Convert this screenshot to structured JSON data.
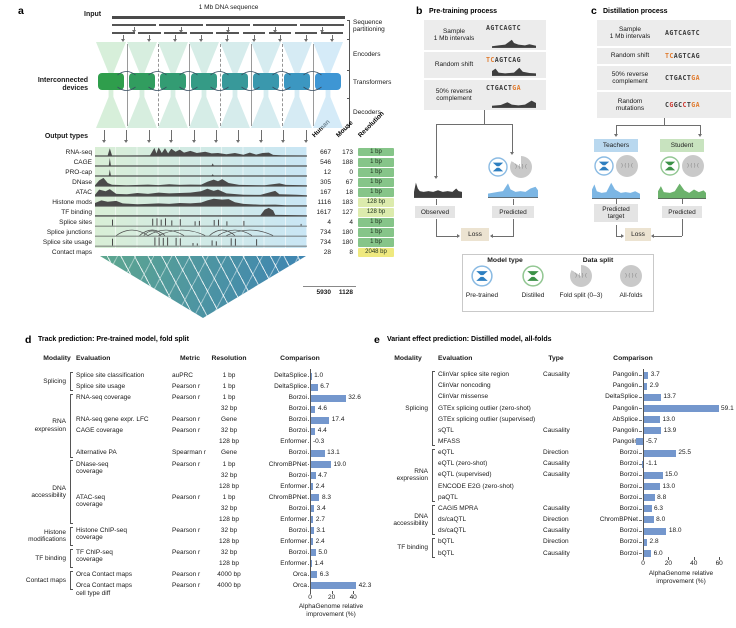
{
  "colors": {
    "bar_blue": "#7497cd",
    "accent_green": "#2f9e4c",
    "accent_blue": "#3e96d4",
    "chip_1bp": "#86c589",
    "chip_128bp": "#dcebad",
    "chip_2048bp": "#efe97f",
    "seq_orange": "#e07b2f",
    "seq_red": "#cc3a33",
    "observed_track": "#3e3e3e",
    "predicted_track": "#7cb6e4",
    "student_track": "#6cb26c"
  },
  "figure": {
    "panel_a": {
      "label": "a",
      "input_label": "Input",
      "sequence_label": "1 Mb DNA sequence",
      "devices_label": "Interconnected\ndevices",
      "output_types_label": "Output types",
      "right_labels": [
        "Sequence\npartitioning",
        "Encoders",
        "Transformers",
        "Decoders"
      ],
      "col_headers": {
        "human": "Human",
        "mouse": "Mouse",
        "resolution": "Resolution"
      },
      "tracks": [
        {
          "name": "RNA-seq",
          "human": "667",
          "mouse": "173",
          "res": "1 bp",
          "chip": "1bp",
          "shape": "rna"
        },
        {
          "name": "CAGE",
          "human": "546",
          "mouse": "188",
          "res": "1 bp",
          "chip": "1bp",
          "shape": "cage"
        },
        {
          "name": "PRO-cap",
          "human": "12",
          "mouse": "0",
          "res": "1 bp",
          "chip": "1bp",
          "shape": "procap"
        },
        {
          "name": "DNase",
          "human": "305",
          "mouse": "67",
          "res": "1 bp",
          "chip": "1bp",
          "shape": "dnase"
        },
        {
          "name": "ATAC",
          "human": "167",
          "mouse": "18",
          "res": "1 bp",
          "chip": "1bp",
          "shape": "atac"
        },
        {
          "name": "Histone mods",
          "human": "1116",
          "mouse": "183",
          "res": "128 bp",
          "chip": "128bp",
          "shape": "histone"
        },
        {
          "name": "TF binding",
          "human": "1617",
          "mouse": "127",
          "res": "128 bp",
          "chip": "128bp",
          "shape": "tf"
        },
        {
          "name": "Splice sites",
          "human": "4",
          "mouse": "4",
          "res": "1 bp",
          "chip": "1bp",
          "shape": "sites"
        },
        {
          "name": "Splice junctions",
          "human": "734",
          "mouse": "180",
          "res": "1 bp",
          "chip": "1bp",
          "shape": "junctions"
        },
        {
          "name": "Splice site usage",
          "human": "734",
          "mouse": "180",
          "res": "1 bp",
          "chip": "1bp",
          "shape": "usage"
        },
        {
          "name": "Contact maps",
          "human": "28",
          "mouse": "8",
          "res": "2048 bp",
          "chip": "2048bp",
          "shape": "none"
        }
      ],
      "totals": {
        "human": "5930",
        "mouse": "1128"
      }
    },
    "panel_b": {
      "label": "b",
      "title": "Pre-training process",
      "steps": [
        {
          "label": "Sample\n1 Mb intervals",
          "seq": [
            {
              "t": "AGTCAGTC",
              "c": "plain"
            }
          ]
        },
        {
          "label": "Random shift",
          "seq": [
            {
              "t": "TC",
              "c": "orange"
            },
            {
              "t": "AGTCAG",
              "c": "plain"
            }
          ]
        },
        {
          "label": "50% reverse\ncomplement",
          "seq": [
            {
              "t": "CTGACT",
              "c": "plain"
            },
            {
              "t": "GA",
              "c": "orange"
            }
          ]
        }
      ],
      "observed_label": "Observed",
      "predicted_label": "Predicted",
      "loss_label": "Loss"
    },
    "panel_c": {
      "label": "c",
      "title": "Distillation process",
      "steps": [
        {
          "label": "Sample\n1 Mb intervals",
          "seq": [
            {
              "t": "AGTCAGTC",
              "c": "plain"
            }
          ]
        },
        {
          "label": "Random shift",
          "seq": [
            {
              "t": "TC",
              "c": "orange"
            },
            {
              "t": "AGTCAG",
              "c": "plain"
            }
          ]
        },
        {
          "label": "50% reverse\ncomplement",
          "seq": [
            {
              "t": "CTGACT",
              "c": "plain"
            },
            {
              "t": "GA",
              "c": "orange"
            }
          ]
        },
        {
          "label": "Random\nmutations",
          "seq": [
            {
              "t": "C",
              "c": "plain"
            },
            {
              "t": "G",
              "c": "red"
            },
            {
              "t": "G",
              "c": "plain"
            },
            {
              "t": "C",
              "c": "plain"
            },
            {
              "t": "C",
              "c": "red"
            },
            {
              "t": "T",
              "c": "plain"
            },
            {
              "t": "GA",
              "c": "orange"
            }
          ]
        }
      ],
      "teachers_label": "Teachers",
      "student_label": "Student",
      "predicted_target_label": "Predicted\ntarget",
      "predicted_label": "Predicted",
      "loss_label": "Loss"
    },
    "legend": {
      "model_type_title": "Model type",
      "data_split_title": "Data split",
      "items": [
        {
          "label": "Pre-trained",
          "icon": "model-blue"
        },
        {
          "label": "Distilled",
          "icon": "model-green"
        },
        {
          "label": "Fold split (0–3)",
          "icon": "pie-partial"
        },
        {
          "label": "All-folds",
          "icon": "pie-full"
        }
      ]
    }
  },
  "chart_data": [
    {
      "type": "bar",
      "panel_label": "d",
      "title": "Track prediction: Pre-trained model, fold split",
      "headers": [
        "Modality",
        "Evaluation",
        "Metric",
        "Resolution",
        "Comparison"
      ],
      "xlabel": "AlphaGenome relative improvement (%)",
      "xticks": [
        0,
        20,
        40
      ],
      "xlim": [
        -8,
        46
      ],
      "legend_position": "none",
      "grid": false,
      "groups": [
        {
          "label": "Splicing",
          "start": 0,
          "end": 1
        },
        {
          "label": "RNA\nexpression",
          "start": 2,
          "end": 7
        },
        {
          "label": "DNA\naccessibility",
          "start": 8,
          "end": 13
        },
        {
          "label": "Histone\nmodifications",
          "start": 14,
          "end": 15
        },
        {
          "label": "TF binding",
          "start": 16,
          "end": 17
        },
        {
          "label": "Contact maps",
          "start": 18,
          "end": 19
        }
      ],
      "rows": [
        {
          "evaluation": "Splice site classification",
          "metric": "auPRC",
          "resolution": "1 bp",
          "comparison": "DeltaSplice",
          "value": 1.0
        },
        {
          "evaluation": "Splice site usage",
          "metric": "Pearson r",
          "resolution": "1 bp",
          "comparison": "DeltaSplice",
          "value": 6.7
        },
        {
          "evaluation": "RNA-seq coverage",
          "metric": "Pearson r",
          "resolution": "1 bp",
          "comparison": "Borzoi",
          "value": 32.6
        },
        {
          "evaluation": "",
          "metric": "",
          "resolution": "32 bp",
          "comparison": "Borzoi",
          "value": 4.6
        },
        {
          "evaluation": "RNA-seq gene expr. LFC",
          "metric": "Pearson r",
          "resolution": "Gene",
          "comparison": "Borzoi",
          "value": 17.4
        },
        {
          "evaluation": "CAGE coverage",
          "metric": "Pearson r",
          "resolution": "32 bp",
          "comparison": "Borzoi",
          "value": 4.4
        },
        {
          "evaluation": "",
          "metric": "",
          "resolution": "128 bp",
          "comparison": "Enformer",
          "value": -0.3
        },
        {
          "evaluation": "Alternative PA",
          "metric": "Spearman r",
          "resolution": "Gene",
          "comparison": "Borzoi",
          "value": 13.1
        },
        {
          "evaluation": "DNase-seq\ncoverage",
          "metric": "Pearson r",
          "resolution": "1 bp",
          "comparison": "ChromBPNet",
          "value": 19.0
        },
        {
          "evaluation": "",
          "metric": "",
          "resolution": "32 bp",
          "comparison": "Borzoi",
          "value": 4.7
        },
        {
          "evaluation": "",
          "metric": "",
          "resolution": "128 bp",
          "comparison": "Enformer",
          "value": 2.4
        },
        {
          "evaluation": "ATAC-seq\ncoverage",
          "metric": "Pearson r",
          "resolution": "1 bp",
          "comparison": "ChromBPNet",
          "value": 8.3
        },
        {
          "evaluation": "",
          "metric": "",
          "resolution": "32 bp",
          "comparison": "Borzoi",
          "value": 3.4
        },
        {
          "evaluation": "",
          "metric": "",
          "resolution": "128 bp",
          "comparison": "Enformer",
          "value": 2.7
        },
        {
          "evaluation": "Histone ChIP-seq\ncoverage",
          "metric": "Pearson r",
          "resolution": "32 bp",
          "comparison": "Borzoi",
          "value": 3.1
        },
        {
          "evaluation": "",
          "metric": "",
          "resolution": "128 bp",
          "comparison": "Enformer",
          "value": 2.4
        },
        {
          "evaluation": "TF ChIP-seq\ncoverage",
          "metric": "Pearson r",
          "resolution": "32 bp",
          "comparison": "Borzoi",
          "value": 5.0
        },
        {
          "evaluation": "",
          "metric": "",
          "resolution": "128 bp",
          "comparison": "Enformer",
          "value": 1.4
        },
        {
          "evaluation": "Orca Contact maps",
          "metric": "Pearson r",
          "resolution": "4000 bp",
          "comparison": "Orca",
          "value": 6.3
        },
        {
          "evaluation": "Orca Contact maps\ncell type diff",
          "metric": "Pearson r",
          "resolution": "4000 bp",
          "comparison": "Orca",
          "value": 42.3
        }
      ]
    },
    {
      "type": "bar",
      "panel_label": "e",
      "title": "Variant effect prediction: Distilled model, all-folds",
      "headers": [
        "Modality",
        "Evaluation",
        "Type",
        "Comparison"
      ],
      "xlabel": "AlphaGenome relative improvement (%)",
      "xticks": [
        0,
        20,
        40,
        60
      ],
      "xlim": [
        -8,
        62
      ],
      "legend_position": "none",
      "grid": false,
      "groups": [
        {
          "label": "Splicing",
          "start": 0,
          "end": 6
        },
        {
          "label": "RNA\nexpression",
          "start": 7,
          "end": 11
        },
        {
          "label": "DNA\naccessibility",
          "start": 12,
          "end": 14
        },
        {
          "label": "TF binding",
          "start": 15,
          "end": 16
        }
      ],
      "rows": [
        {
          "evaluation": "ClinVar splice site region",
          "type": "Causality",
          "comparison": "Pangolin",
          "value": 3.7
        },
        {
          "evaluation": "ClinVar noncoding",
          "type": "",
          "comparison": "Pangolin",
          "value": 2.9
        },
        {
          "evaluation": "ClinVar missense",
          "type": "",
          "comparison": "DeltaSplice",
          "value": 13.7
        },
        {
          "evaluation": "GTEx splicing outlier (zero-shot)",
          "type": "",
          "comparison": "Pangolin",
          "value": 59.1
        },
        {
          "evaluation": "GTEx splicing outlier (supervised)",
          "type": "",
          "comparison": "AbSplice",
          "value": 13.0
        },
        {
          "evaluation": "sQTL",
          "type": "Causality",
          "comparison": "Pangolin",
          "value": 13.9
        },
        {
          "evaluation": "MFASS",
          "type": "",
          "comparison": "Pangolin",
          "value": -5.7
        },
        {
          "evaluation": "eQTL",
          "type": "Direction",
          "comparison": "Borzoi",
          "value": 25.5
        },
        {
          "evaluation": "eQTL (zero-shot)",
          "type": "Causality",
          "comparison": "Borzoi",
          "value": -1.1
        },
        {
          "evaluation": "eQTL (supervised)",
          "type": "Causality",
          "comparison": "Borzoi",
          "value": 15.0
        },
        {
          "evaluation": "ENCODE E2G (zero-shot)",
          "type": "",
          "comparison": "Borzoi",
          "value": 13.0
        },
        {
          "evaluation": "paQTL",
          "type": "",
          "comparison": "Borzoi",
          "value": 8.8
        },
        {
          "evaluation": "CAGI5 MPRA",
          "type": "Causality",
          "comparison": "Borzoi",
          "value": 6.3
        },
        {
          "evaluation": "ds/caQTL",
          "type": "Direction",
          "comparison": "ChromBPNet",
          "value": 8.0
        },
        {
          "evaluation": "ds/caQTL",
          "type": "Causality",
          "comparison": "Borzoi",
          "value": 18.0
        },
        {
          "evaluation": "bQTL",
          "type": "Direction",
          "comparison": "Borzoi",
          "value": 2.8
        },
        {
          "evaluation": "bQTL",
          "type": "Causality",
          "comparison": "Borzoi",
          "value": 6.0
        }
      ]
    }
  ]
}
